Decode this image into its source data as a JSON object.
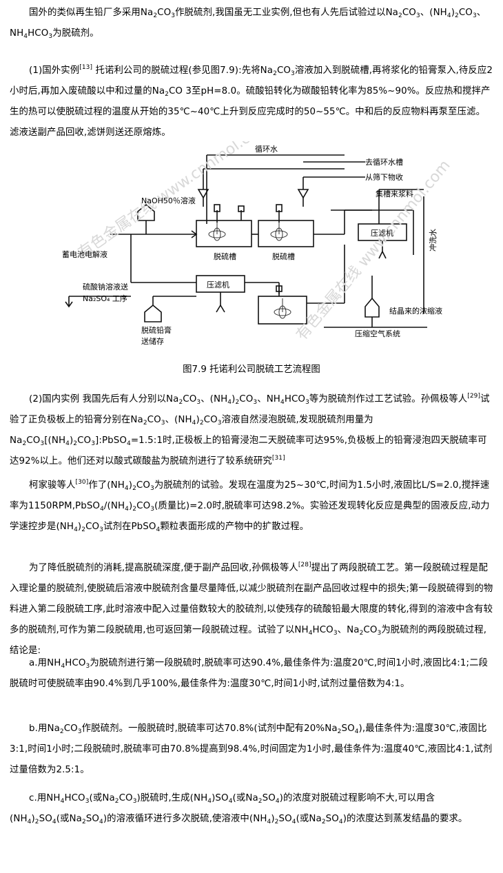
{
  "para1": {
    "t1": "国外的类似再生铅厂多采用Na",
    "t2": "2",
    "t3": "CO",
    "t4": "3",
    "t5": "作脱硫剂,我国虽无工业实例,但也有人先后试验过以Na",
    "t6": "2",
    "t7": "CO",
    "t8": "3",
    "t9": "、(NH",
    "t10": "4",
    "t11": ")",
    "t12": "2",
    "t13": "CO",
    "t14": "3",
    "t15": "、NH",
    "t16": "4",
    "t17": "HCO",
    "t18": "3",
    "t19": "为脱硫剂。"
  },
  "para2": {
    "t1": "(1)国外实例",
    "ref": "[13]",
    "t2": " 托诺利公司的脱硫过程(参见图7.9):先将Na",
    "t3": "2",
    "t4": "CO",
    "t5": "3",
    "t6": "溶液加入到脱硫槽,再将浆化的铅膏泵入,待反应2小时后,再加入废硫酸以中和过量的Na",
    "t7": "2",
    "t8": "CO 3至pH=8.0。硫酸铅转化为碳酸铅转化率为85%~90%。反应热和搅拌产生的热可以使脱硫过程的温度从开始的35℃~40℃上升到反应完成时的50~55℃。中和后的反应物料再泵至压滤。滤液送副产品回收,滤饼则送还原熔炼。"
  },
  "figure": {
    "labels": {
      "circ_water": "循环水",
      "to_circ_tank": "去循环水槽",
      "from_screen": "从筛下物收",
      "tank_slurry": "集槽来浆料",
      "naoh": "NaOH50％溶液",
      "battery": "蓄电池电解液",
      "desulf_tank1": "脱硫槽",
      "desulf_tank2": "脱硫槽",
      "filter_press1": "压滤机",
      "filter_press2": "压滤机",
      "wash_water": "冲洗水",
      "na2so4_line1": "硫酸钠溶液送",
      "na2so4_line2": "Na₂SO₄ 工序",
      "paste_store1": "脱硫铅膏",
      "paste_store2": "送储存",
      "conc_liquid": "结晶来的浓缩液",
      "comp_air": "压缩空气系统"
    },
    "watermark": "有色金属在线 www.cnnmol.com"
  },
  "caption": "图7.9 托诺利公司脱硫工艺流程图",
  "para3": {
    "t1": "(2)国内实例 我国先后有人分别以Na",
    "t2": "2",
    "t3": "CO",
    "t4": "3",
    "t5": "、(NH",
    "t6": "4",
    "t7": ")",
    "t8": "2",
    "t9": "CO",
    "t10": "3",
    "t11": "、NH",
    "t12": "4",
    "t13": "HCO",
    "t14": "3",
    "t15": "等为脱硫剂作过工艺试验。孙佩极等人",
    "ref1": "[29]",
    "t16": "试验了正负极板上的铅膏分别在Na",
    "t17": "2",
    "t18": "CO",
    "t19": "3",
    "t20": "、(NH",
    "t21": "4",
    "t22": ")",
    "t23": "2",
    "t24": "CO",
    "t25": "3",
    "t26": "溶液自然浸泡脱硫,发现脱硫剂用量为Na",
    "t27": "2",
    "t28": "CO",
    "t29": "3",
    "t30": "[(NH",
    "t31": "4",
    "t32": ")",
    "t33": "2",
    "t34": "CO",
    "t35": "3",
    "t36": "]:PbSO",
    "t37": "4",
    "t38": "=1.5:1时,正极板上的铅膏浸泡二天脱硫率可达95%,负极板上的铅膏浸泡四天脱硫率可达92%以上。他们还对以酸式碳酸盐为脱硫剂进行了较系统研究",
    "ref2": "[31]"
  },
  "para4": {
    "t1": "柯家骏等人",
    "ref": "[30]",
    "t2": "作了(NH",
    "t3": "4",
    "t4": ")",
    "t5": "2",
    "t6": "CO",
    "t7": "3",
    "t8": "为脱硫剂的试验。发现在温度为25~30℃,时间为1.5小时,液固比L/S=2.0,搅拌速率为1150RPM,PbSO",
    "t9": "4",
    "t10": "/(NH",
    "t11": "4",
    "t12": ")",
    "t13": "2",
    "t14": "CO",
    "t15": "3",
    "t16": "(质量比)=2.0时,脱硫率可达98.2%。实验还发现转化反应是典型的固液反应,动力学速控步是(NH",
    "t17": "4",
    "t18": ")",
    "t19": "2",
    "t20": "CO",
    "t21": "3",
    "t22": "试剂在PbSO",
    "t23": "4",
    "t24": "颗粒表面形成的产物中的扩散过程。"
  },
  "para5": {
    "t1": "为了降低脱硫剂的消耗,提高脱硫深度,便于副产品回收,孙佩极等人",
    "ref": "[28]",
    "t2": "提出了两段脱硫工艺。第一段脱硫过程是配入理论量的脱硫剂,使脱硫后溶液中脱硫剂含量尽量降低,以减少脱硫剂在副产品回收过程中的损失;第一段脱硫得到的物料进入第二段脱硫工序,此时溶液中配入过量倍数较大的胶硫剂,以使残存的硫酸铅最大限度的转化,得到的溶液中含有较多的脱硫剂,可作为第二段脱硫用,也可返回第一段脱硫过程。试验了以NH",
    "t3": "4",
    "t4": "HCO",
    "t5": "3",
    "t6": "、Na",
    "t7": "2",
    "t8": "CO",
    "t9": "3",
    "t10": "为脱硫剂的两段脱硫过程,结论是:"
  },
  "para6": {
    "t1": "a.用NH",
    "t2": "4",
    "t3": "HCO",
    "t4": "3",
    "t5": "为脱硫剂进行第一段脱硫时,脱硫率可达90.4%,最佳条件为:温度20℃,时间1小时,液固比4:1;二段脱硫时可使脱硫率由90.4%到几乎100%,最佳条件为:温度30℃,时间1小时,试剂过量倍数为4:1。"
  },
  "para7": {
    "t1": "b.用Na",
    "t2": "2",
    "t3": "CO",
    "t4": "3",
    "t5": "作脱硫剂。一般脱硫时,脱硫率可达70.8%(试剂中配有20%Na",
    "t6": "2",
    "t7": "SO",
    "t8": "4",
    "t9": "),最佳条件为:温度30℃,液固比3:1,时间1小时;二段脱硫时,脱硫率可由70.8%提高到98.4%,时间固定为1小时,最佳条件为:温度40℃,液固比4:1,试剂过量倍数为2.5:1。"
  },
  "para8": {
    "t1": "c.用NH",
    "t2": "4",
    "t3": "HCO",
    "t4": "3",
    "t5": "(或Na",
    "t6": "2",
    "t7": "CO",
    "t8": "3",
    "t9": ")脱硫时,生成(NH",
    "t10": "4",
    "t11": ")SO",
    "t12": "4",
    "t13": "(或Na",
    "t14": "2",
    "t15": "SO",
    "t16": "4",
    "t17": ")的浓度对脱硫过程影响不大,可以用含(NH",
    "t18": "4",
    "t19": ")",
    "t20": "2",
    "t21": "SO",
    "t22": "4",
    "t23": "(或Na",
    "t24": "2",
    "t25": "SO",
    "t26": "4",
    "t27": ")的溶液循环进行多次脱硫,使溶液中(NH",
    "t28": "4",
    "t29": ")",
    "t30": "2",
    "t31": "SO",
    "t32": "4",
    "t33": "(或Na",
    "t34": "2",
    "t35": "SO",
    "t36": "4",
    "t37": ")的浓度达到蒸发结晶的要求。"
  }
}
